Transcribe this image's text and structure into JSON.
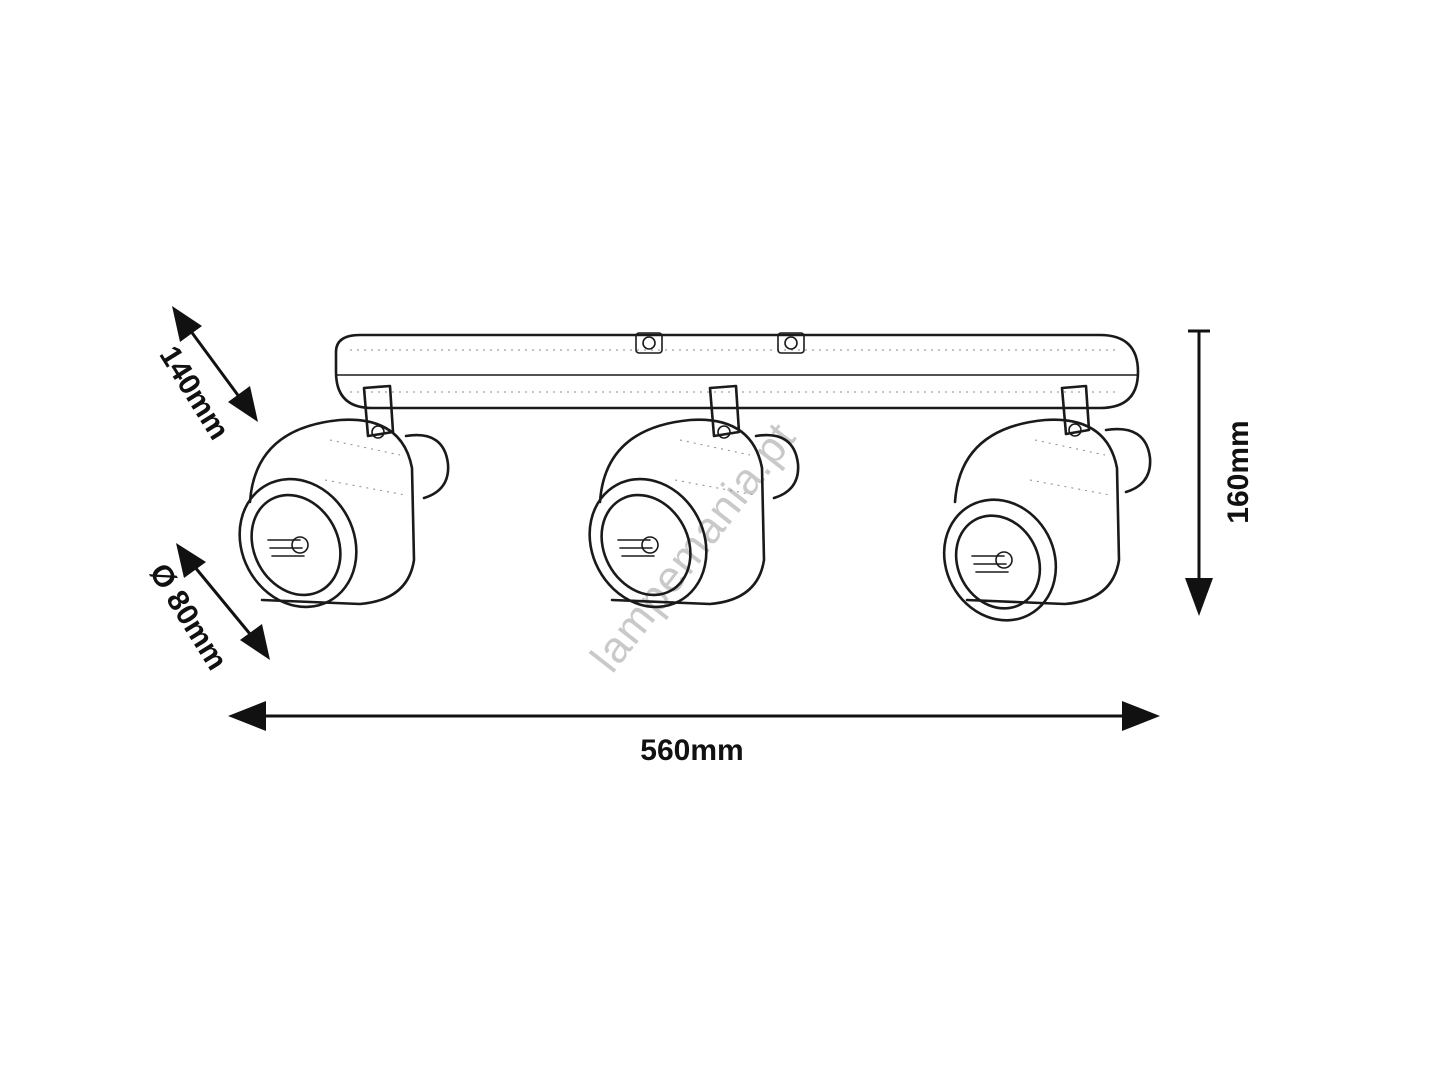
{
  "dimensions": {
    "length": "560mm",
    "height": "160mm",
    "depth": "140mm",
    "shade_diameter": "Ø 80mm"
  },
  "fixture": {
    "spotlight_count": 3
  },
  "watermark": "lampemania.pt",
  "colors": {
    "line": "#1a1a1a",
    "background": "#ffffff",
    "watermark": "#c9c9c9"
  }
}
